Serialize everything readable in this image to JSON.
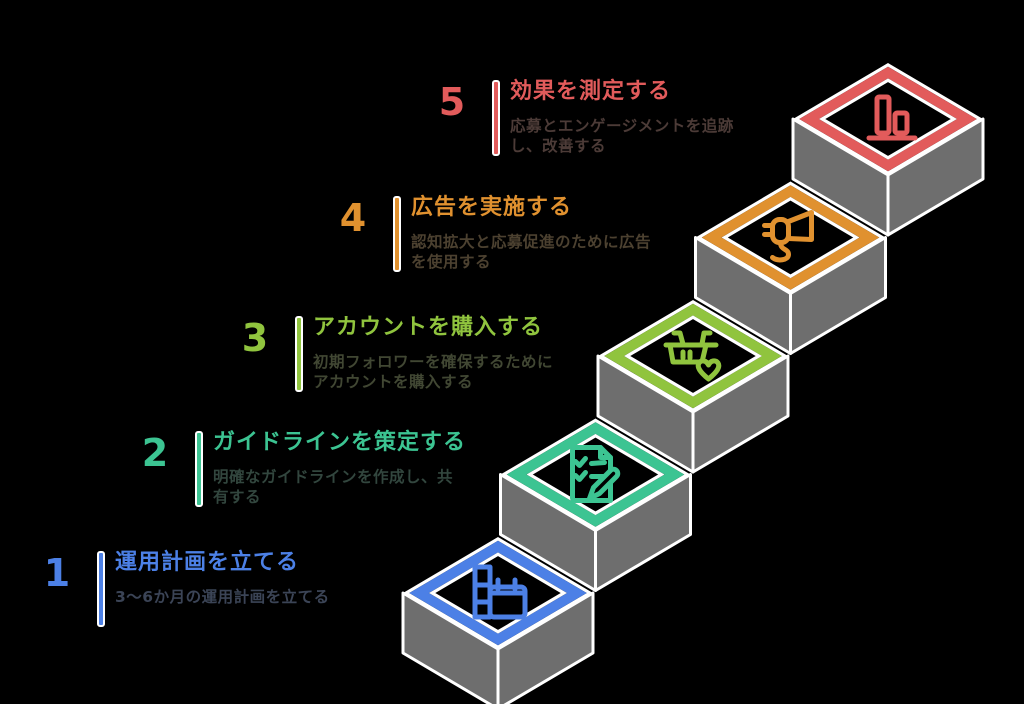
{
  "background_color": "#000000",
  "steps": [
    {
      "number": "1",
      "title": "運用計画を立てる",
      "description": "3〜6か月の運用計画を立てる",
      "color": "#4c80e6",
      "desc_color": "#3b4456",
      "icon": "calendar-plan-icon"
    },
    {
      "number": "2",
      "title": "ガイドラインを策定する",
      "description": "明確なガイドラインを作成し、共\n有する",
      "color": "#3cc492",
      "desc_color": "#32463e",
      "icon": "document-check-icon"
    },
    {
      "number": "3",
      "title": "アカウントを購入する",
      "description": "初期フォロワーを確保するために\nアカウントを購入する",
      "color": "#90c43e",
      "desc_color": "#414733",
      "icon": "basket-heart-icon"
    },
    {
      "number": "4",
      "title": "広告を実施する",
      "description": "認知拡大と応募促進のために広告\nを使用する",
      "color": "#e0912f",
      "desc_color": "#4c4130",
      "icon": "megaphone-icon"
    },
    {
      "number": "5",
      "title": "効果を測定する",
      "description": "応募とエンゲージメントを追跡\nし、改善する",
      "color": "#e25b5b",
      "desc_color": "#4c3b37",
      "icon": "bar-chart-icon"
    }
  ],
  "staircase": {
    "face_color": "#6e6e6e",
    "edge_color": "#ffffff"
  }
}
